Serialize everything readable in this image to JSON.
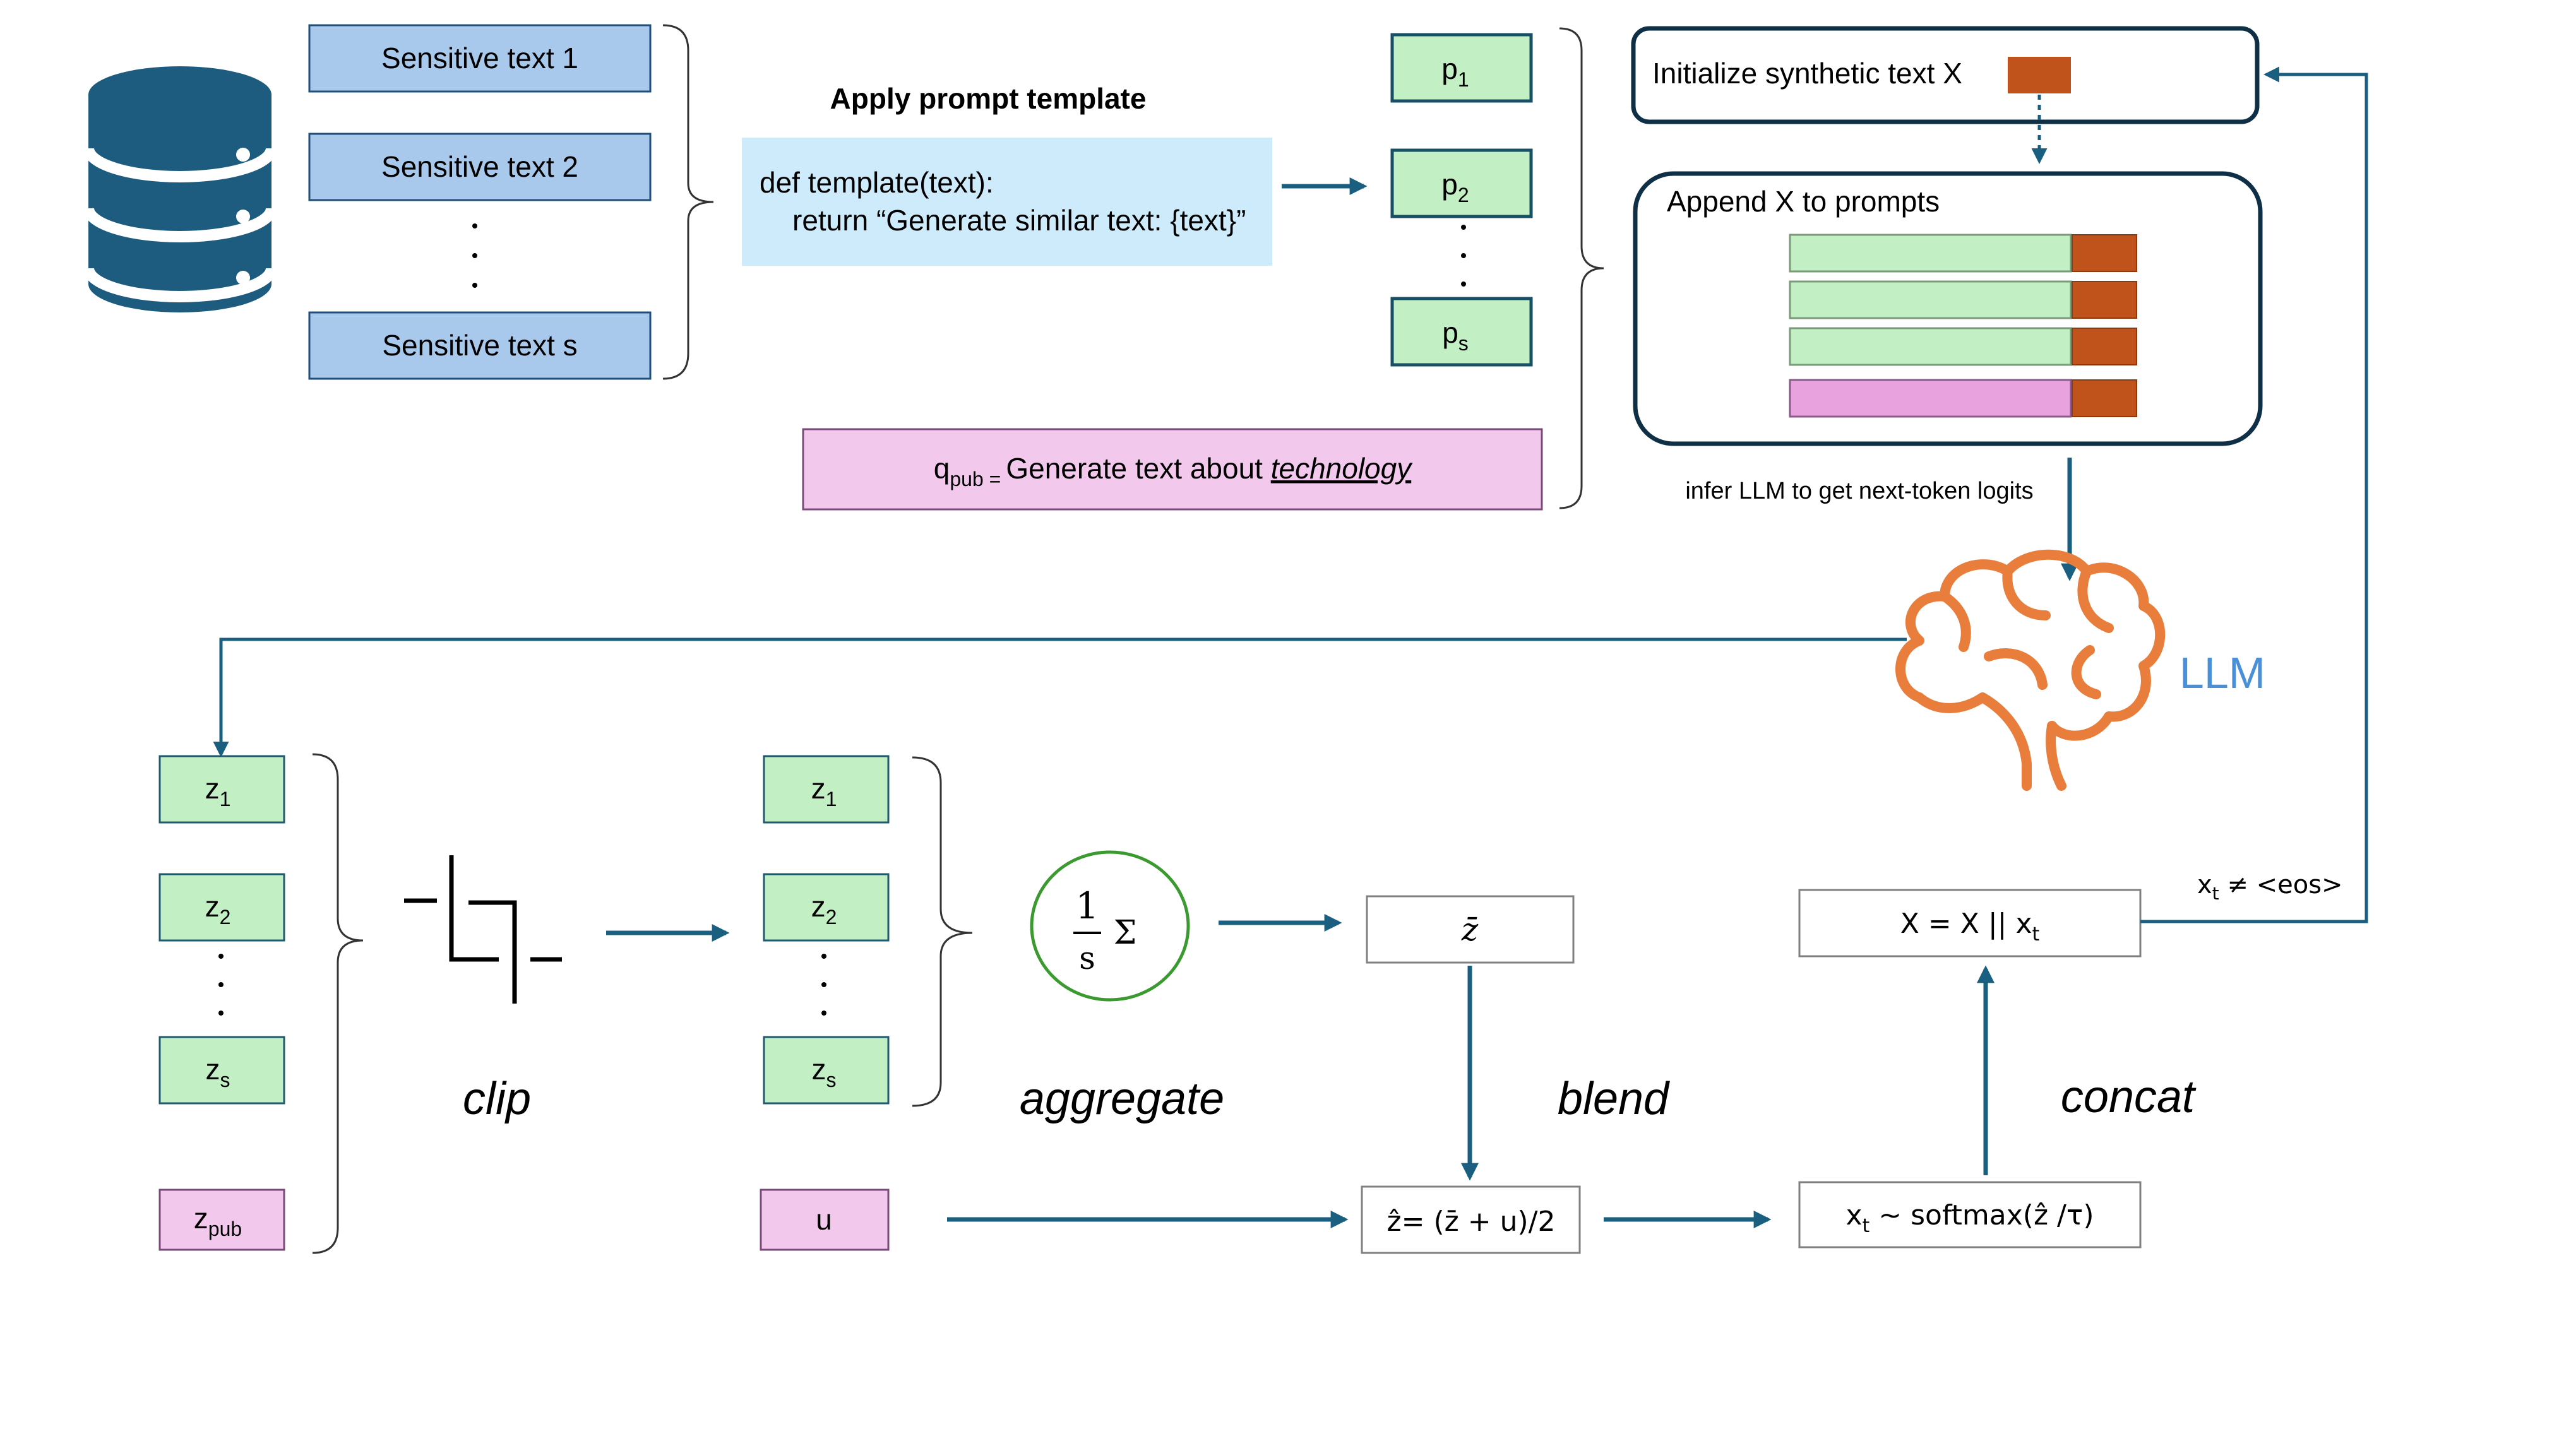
{
  "sensitive_texts": [
    "Sensitive text 1",
    "Sensitive text 2",
    "Sensitive text s"
  ],
  "vertical_dots": ".\n.\n.",
  "apply_prompt_title": "Apply prompt template",
  "template_code": {
    "line1": "def template(text):",
    "line2": "return “Generate similar text: {text}”"
  },
  "prompts": {
    "p1": {
      "base": "p",
      "sub": "1"
    },
    "p2": {
      "base": "p",
      "sub": "2"
    },
    "ps": {
      "base": "p",
      "sub": "s"
    }
  },
  "qpub": {
    "base": "q",
    "sub": "pub =",
    "text": "Generate text about ",
    "topic": "technology"
  },
  "init_box": "Initialize synthetic text X",
  "append_box": "Append X to  prompts",
  "infer_label": "infer LLM to get next-token logits",
  "llm_label": "LLM",
  "z_left": {
    "z1": {
      "base": "z",
      "sub": "1"
    },
    "z2": {
      "base": "z",
      "sub": "2"
    },
    "zs": {
      "base": "z",
      "sub": "s"
    },
    "zpub": {
      "base": "z",
      "sub": "pub"
    }
  },
  "z_right": {
    "z1": {
      "base": "z",
      "sub": "1"
    },
    "z2": {
      "base": "z",
      "sub": "2"
    },
    "zs": {
      "base": "z",
      "sub": "s"
    },
    "u": "u"
  },
  "step_labels": {
    "clip": "clip",
    "aggregate": "aggregate",
    "blend": "blend",
    "concat": "concat"
  },
  "aggregate_formula": {
    "num": "1",
    "den": "s",
    "sum": "Σ"
  },
  "zbar": "z̄",
  "zhat_formula": "ẑ= (z̄ + u)/2",
  "sample_formula": {
    "base": "x",
    "sub": "t",
    "rest": " ~  softmax(ẑ /τ)"
  },
  "concat_formula": {
    "text": "X = X || x",
    "sub": "t"
  },
  "loop_label": {
    "base": "x",
    "sub": "t",
    "rest": " ≠ <eos>"
  },
  "colors": {
    "accent_arrow": "#1a5f80",
    "database": "#1d5c7f",
    "synthetic_token": "#c0521b",
    "llm_brain": "#e97e3c",
    "llm_text": "#4a90d9",
    "sensitive_box": "#a9c9ec",
    "prompt_box": "#c3efc5",
    "public_box": "#f2c9ec",
    "template_box": "#cdebfb",
    "aggregate_circle": "#3a9a2f"
  }
}
